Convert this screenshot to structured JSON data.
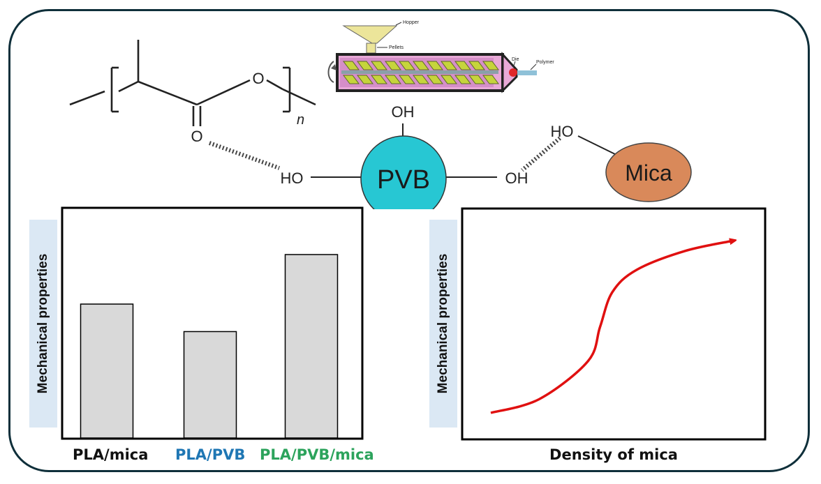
{
  "scheme": {
    "pla_structure": {
      "atom_o_ester": "O",
      "atom_o_carbonyl": "O",
      "repeat_subscript": "n"
    },
    "pvb": {
      "label": "PVB",
      "oh_top": "OH",
      "ho_left": "HO",
      "oh_right": "OH",
      "color": "#27c7d3"
    },
    "mica": {
      "label": "Mica",
      "ho": "HO",
      "color": "#d9895a"
    },
    "extruder": {
      "hopper": "Hopper",
      "pellets": "Pellets",
      "die": "Die",
      "polymer": "Polymer"
    }
  },
  "chart_data": [
    {
      "type": "bar",
      "categories": [
        "PLA/mica",
        "PLA/PVB",
        "PLA/PVB/mica"
      ],
      "category_colors": [
        "#111111",
        "#1f77b4",
        "#2ca35c"
      ],
      "values": [
        0.73,
        0.58,
        1.0
      ],
      "ylabel": "Mechanical properties",
      "xlabel": "",
      "title": "",
      "bar_color": "#d9d9d9",
      "grid": false
    },
    {
      "type": "line",
      "series": [
        {
          "x": [
            0.0,
            0.2,
            0.4,
            0.45,
            0.5,
            0.6,
            0.8,
            1.0
          ],
          "y": [
            0.0,
            0.08,
            0.3,
            0.5,
            0.7,
            0.83,
            0.94,
            1.0
          ]
        }
      ],
      "ylabel": "Mechanical properties",
      "xlabel": "Density of mica",
      "title": "",
      "line_color": "#e01010",
      "arrow": true,
      "grid": false
    }
  ]
}
